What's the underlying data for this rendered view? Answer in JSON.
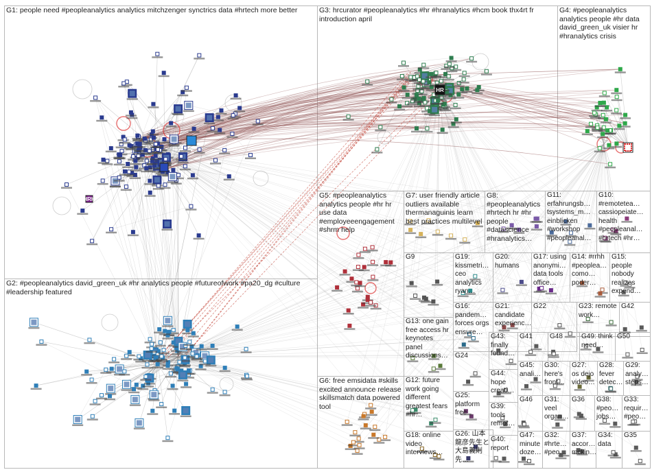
{
  "groups": [
    {
      "id": "G1",
      "label": "G1: people need #peopleanalytics analytics mitchzenger synctrics data #hrtech more better",
      "nodes": 140,
      "color": "#2a3b8f"
    },
    {
      "id": "G2",
      "label": "G2: #peopleanalytics david_green_uk #hr analytics people #futureofwork #pa20_dg #culture #leadership featured",
      "nodes": 110,
      "color": "#2f7fb8"
    },
    {
      "id": "G3",
      "label": "G3: hrcurator #peopleanalytics #hr #hranalytics #hcm book thx4rt fr introduction april",
      "nodes": 90,
      "color": "#2e7d4f"
    },
    {
      "id": "G4",
      "label": "G4: #peopleanalytics analytics people #hr data david_green_uk visier hr #hranalytics crisis",
      "nodes": 30,
      "color": "#2fa84a"
    },
    {
      "id": "G5",
      "label": "G5: #peopleanalytics analytics people #hr hr use data #employeeengagement #shrm help",
      "nodes": 22,
      "color": "#b0303a"
    },
    {
      "id": "G6",
      "label": "G6: free emsidata #skills excited announce release skillsmatch data powered tool",
      "nodes": 16,
      "color": "#c9782a"
    },
    {
      "id": "G7",
      "label": "G7: user friendly article outliers available thermanaguinis learn best practices multilevel",
      "nodes": 8,
      "color": "#d6b25a"
    },
    {
      "id": "G8",
      "label": "G8: #peopleanalytics #hrtech hr #hr people #datascience #hranalytics…",
      "nodes": 6,
      "color": "#7a5aa8"
    },
    {
      "id": "G9",
      "label": "G9",
      "nodes": 6,
      "color": "#555555"
    },
    {
      "id": "G10",
      "label": "G10: #remotetea… cassiopeiate… health #peopleanal… #hrtech #hr…",
      "nodes": 5,
      "color": "#8a3a7a"
    },
    {
      "id": "G11",
      "label": "G11: erfahrungsb… tsystems_m… einblicken #workshop #peopleanal…",
      "nodes": 5,
      "color": "#4a6a9a"
    },
    {
      "id": "G12",
      "label": "G12: future work going different greatest fears #hr…",
      "nodes": 4,
      "color": "#3a8a6a"
    },
    {
      "id": "G13",
      "label": "G13: one gain free access hr keynotes panel discussions…",
      "nodes": 4,
      "color": "#5a7a3a"
    },
    {
      "id": "G14",
      "label": "G14: #rrhh #peoplea… como… poder…",
      "nodes": 3,
      "color": "#a85a3a"
    },
    {
      "id": "G15",
      "label": "G15: people nobody realizes expend…",
      "nodes": 3,
      "color": "#6a6a6a"
    },
    {
      "id": "G16",
      "label": "G16: pandem… forces orgs ensure…",
      "nodes": 3,
      "color": "#2a6a8a"
    },
    {
      "id": "G17",
      "label": "G17: using anonymi… data tools office…",
      "nodes": 3,
      "color": "#6a2a8a"
    },
    {
      "id": "G18",
      "label": "G18: online video interviews…",
      "nodes": 3,
      "color": "#8a6a2a"
    },
    {
      "id": "G19",
      "label": "G19: kissmetri… ceo analytics ryan…",
      "nodes": 3,
      "color": "#2a8a8a"
    },
    {
      "id": "G20",
      "label": "G20: humans",
      "nodes": 2,
      "color": "#4a4a8a"
    },
    {
      "id": "G21",
      "label": "G21: candidate experienc…",
      "nodes": 2,
      "color": "#8a4a4a"
    },
    {
      "id": "G22",
      "label": "G22",
      "nodes": 2,
      "color": "#555555"
    },
    {
      "id": "G23",
      "label": "G23: remote work…",
      "nodes": 2,
      "color": "#3a6a3a"
    },
    {
      "id": "G24",
      "label": "G24",
      "nodes": 2,
      "color": "#555555"
    },
    {
      "id": "G25",
      "label": "G25: platform free",
      "nodes": 2,
      "color": "#6a3a6a"
    },
    {
      "id": "G26",
      "label": "G26: 山本龍彦先生と大島義則先…",
      "nodes": 2,
      "color": "#3a3a6a"
    },
    {
      "id": "G27",
      "label": "G27: os dejo video…",
      "nodes": 2,
      "color": "#6a6a3a"
    },
    {
      "id": "G28",
      "label": "G28: fever detec…",
      "nodes": 2,
      "color": "#3a6a6a"
    },
    {
      "id": "G29",
      "label": "G29: analy… steps…",
      "nodes": 2,
      "color": "#5a5a5a"
    },
    {
      "id": "G30",
      "label": "G30: here's front…",
      "nodes": 2,
      "color": "#5a5a5a"
    },
    {
      "id": "G31",
      "label": "G31: veel organ…",
      "nodes": 2,
      "color": "#5a5a5a"
    },
    {
      "id": "G32",
      "label": "G32: #hrte… #peo…",
      "nodes": 2,
      "color": "#5a5a5a"
    },
    {
      "id": "G33",
      "label": "G33: requir… #peo…",
      "nodes": 2,
      "color": "#5a5a5a"
    },
    {
      "id": "G34",
      "label": "G34: data",
      "nodes": 2,
      "color": "#5a5a5a"
    },
    {
      "id": "G35",
      "label": "G35",
      "nodes": 2,
      "color": "#5a5a5a"
    },
    {
      "id": "G36",
      "label": "G36",
      "nodes": 2,
      "color": "#5a5a5a"
    },
    {
      "id": "G37",
      "label": "G37: accor… mckin…",
      "nodes": 2,
      "color": "#5a5a5a"
    },
    {
      "id": "G38",
      "label": "G38: #peo… jobs…",
      "nodes": 2,
      "color": "#5a5a5a"
    },
    {
      "id": "G39",
      "label": "G39: tools remot…",
      "nodes": 2,
      "color": "#5a5a5a"
    },
    {
      "id": "G40",
      "label": "G40: report",
      "nodes": 2,
      "color": "#5a5a5a"
    },
    {
      "id": "G41",
      "label": "G41",
      "nodes": 2,
      "color": "#5a5a5a"
    },
    {
      "id": "G42",
      "label": "G42",
      "nodes": 2,
      "color": "#5a5a5a"
    },
    {
      "id": "G43",
      "label": "G43: finally found…",
      "nodes": 2,
      "color": "#5a5a5a"
    },
    {
      "id": "G44",
      "label": "G44: hope creati…",
      "nodes": 2,
      "color": "#5a5a5a"
    },
    {
      "id": "G45",
      "label": "G45: anali…",
      "nodes": 2,
      "color": "#5a5a5a"
    },
    {
      "id": "G46",
      "label": "G46",
      "nodes": 2,
      "color": "#5a5a5a"
    },
    {
      "id": "G47",
      "label": "G47: minute doze…",
      "nodes": 2,
      "color": "#5a5a5a"
    },
    {
      "id": "G48",
      "label": "G48",
      "nodes": 2,
      "color": "#5a5a5a"
    },
    {
      "id": "G49",
      "label": "G49: think need…",
      "nodes": 2,
      "color": "#5a5a5a"
    },
    {
      "id": "G50",
      "label": "G50",
      "nodes": 2,
      "color": "#5a5a5a"
    }
  ],
  "hub_labels": {
    "hr_hub": "HR",
    "hrh_hub": "HRH"
  }
}
